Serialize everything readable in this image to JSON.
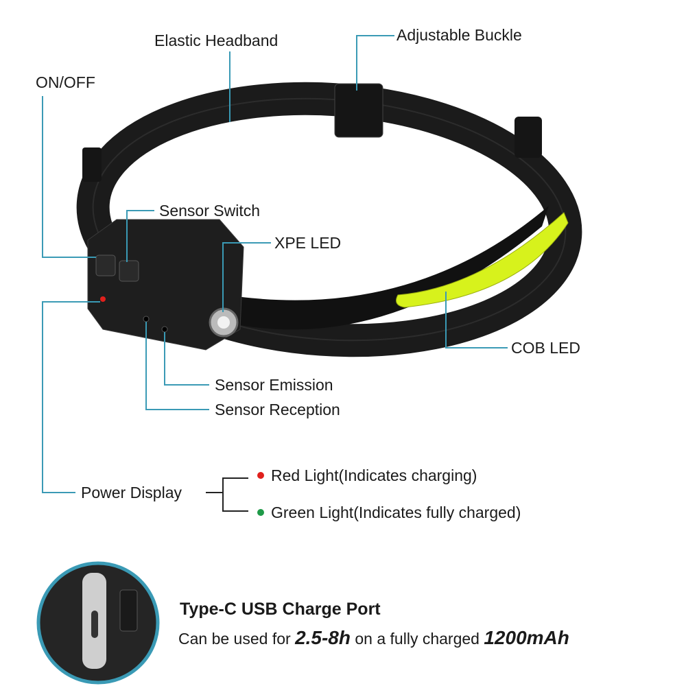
{
  "labels": {
    "elastic_headband": "Elastic Headband",
    "adjustable_buckle": "Adjustable Buckle",
    "on_off": "ON/OFF",
    "sensor_switch": "Sensor Switch",
    "xpe_led": "XPE LED",
    "cob_led": "COB LED",
    "sensor_emission": "Sensor Emission",
    "sensor_reception": "Sensor Reception",
    "power_display": "Power Display",
    "red_light": "Red Light(Indicates charging)",
    "green_light": "Green Light(Indicates fully charged)"
  },
  "charge": {
    "title": "Type-C USB Charge Port",
    "prefix": "Can be used for",
    "hours": "2.5-8h",
    "middle": "on a fully charged",
    "capacity": "1200mAh"
  },
  "colors": {
    "leader_line": "#3a9ab5",
    "cob_led": "#d7f21c",
    "red_dot": "#e0201c",
    "green_dot": "#1f9a48"
  }
}
